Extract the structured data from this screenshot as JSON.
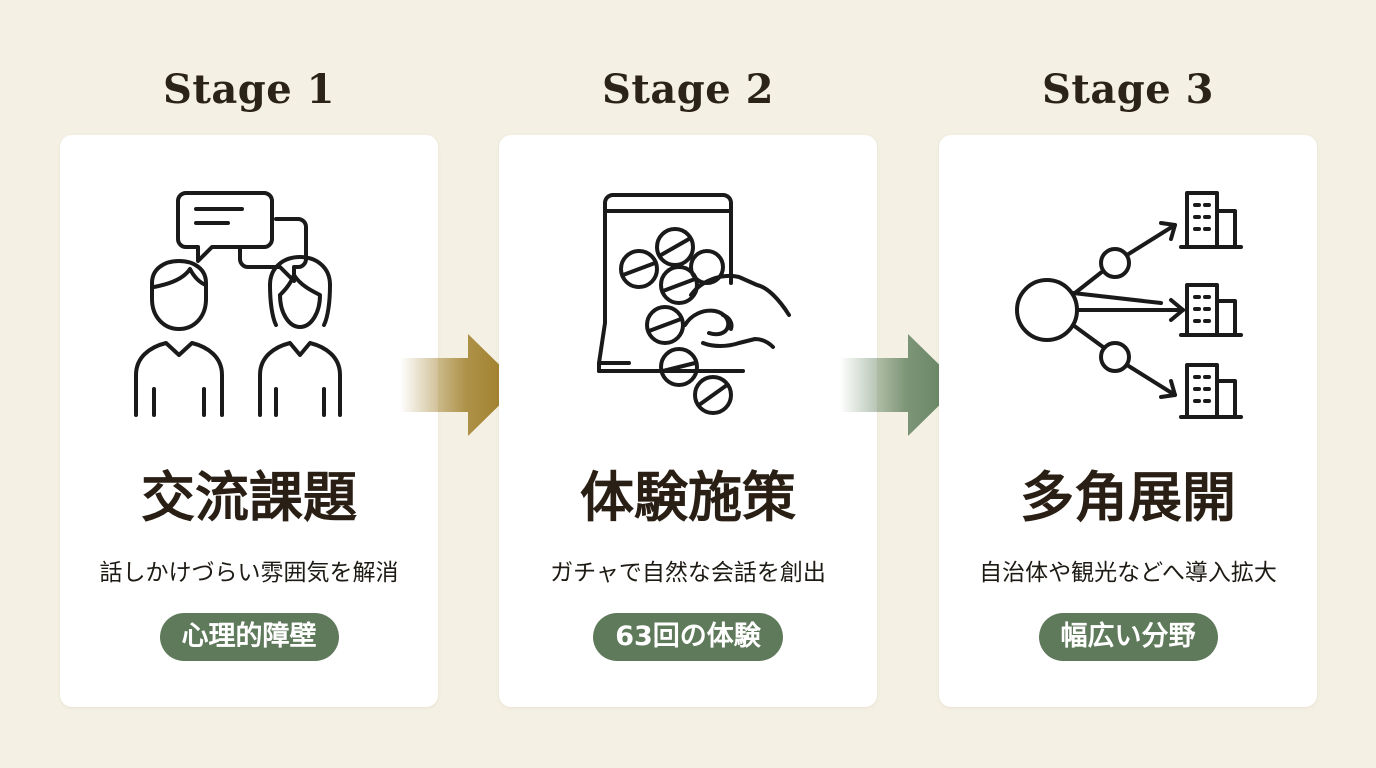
{
  "stages": [
    {
      "label": "Stage 1",
      "heading": "交流課題",
      "description": "話しかけづらい雰囲気を解消",
      "badge": "心理的障壁",
      "icon": "conversation-people-icon"
    },
    {
      "label": "Stage 2",
      "heading": "体験施策",
      "description": "ガチャで自然な会話を創出",
      "badge": "63回の体験",
      "icon": "gacha-machine-hand-icon"
    },
    {
      "label": "Stage 3",
      "heading": "多角展開",
      "description": "自治体や観光などへ導入拡大",
      "badge": "幅広い分野",
      "icon": "network-expansion-buildings-icon"
    }
  ],
  "colors": {
    "background": "#f4f0e4",
    "card": "#ffffff",
    "text": "#2a1f14",
    "underline_gold": "#8c6d2c",
    "arrow_gold": "#9c7a22",
    "arrow_green": "#5f7f5c",
    "badge_green": "#5f7a5b"
  }
}
